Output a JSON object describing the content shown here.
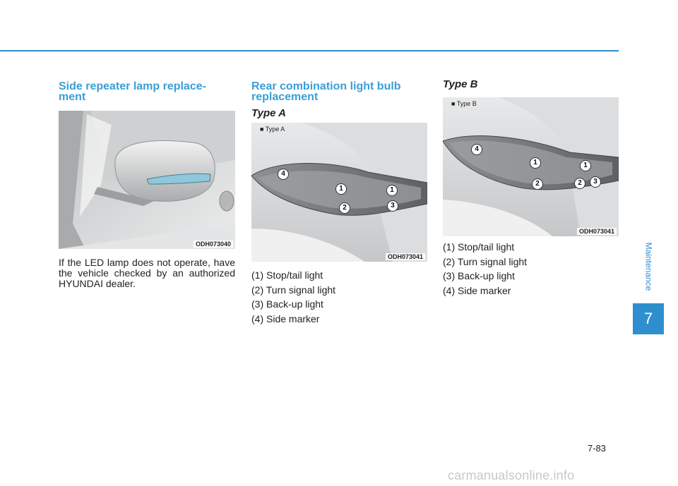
{
  "col1": {
    "heading": "Side repeater lamp replace-\nment",
    "figure_code": "ODH073040",
    "body": "If the LED lamp does not operate, have the vehicle checked by an authorized HYUNDAI dealer."
  },
  "col2": {
    "heading": "Rear combination light bulb replacement",
    "subheading": "Type A",
    "figure_tag": "■ Type A",
    "figure_code": "ODH073041",
    "callouts": [
      "4",
      "1",
      "1",
      "2",
      "3"
    ],
    "list": [
      "(1) Stop/tail light",
      "(2) Turn signal light",
      "(3) Back-up light",
      "(4) Side marker"
    ]
  },
  "col3": {
    "subheading": "Type B",
    "figure_tag": "■ Type B",
    "figure_code": "ODH073041",
    "callouts": [
      "4",
      "1",
      "1",
      "2",
      "2",
      "3"
    ],
    "list": [
      "(1) Stop/tail light",
      "(2) Turn signal light",
      "(3) Back-up light",
      "(4) Side marker"
    ]
  },
  "sidebar": {
    "section_label": "Maintenance",
    "chapter_number": "7"
  },
  "footer": {
    "page_number": "7-83",
    "watermark": "carmanualsonline.info"
  },
  "colors": {
    "accent": "#2f8fce",
    "heading": "#3a9fd6"
  }
}
